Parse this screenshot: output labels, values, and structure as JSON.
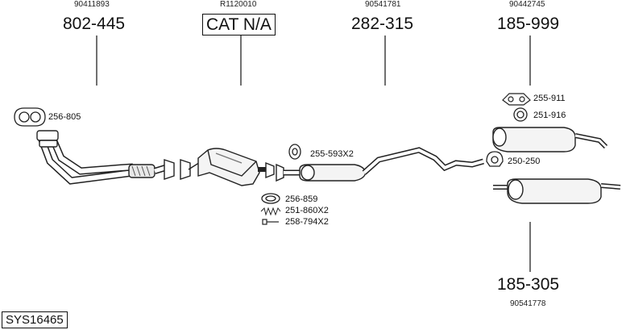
{
  "header": {
    "columns": [
      {
        "oe": "90411893",
        "part": "802-445"
      },
      {
        "oe": "R1120010",
        "part": "CAT N/A"
      },
      {
        "oe": "90541781",
        "part": "282-315"
      },
      {
        "oe": "90442745",
        "part": "185-999"
      }
    ]
  },
  "bottom_part": {
    "part": "185-305",
    "oe": "90541778"
  },
  "labels": {
    "l1": "256-805",
    "l2": "255-593X2",
    "l3": "256-859",
    "l4": "251-860X2",
    "l5": "258-794X2",
    "l6": "255-911",
    "l7": "251-916",
    "l8": "250-250"
  },
  "system_code": "SYS16465"
}
